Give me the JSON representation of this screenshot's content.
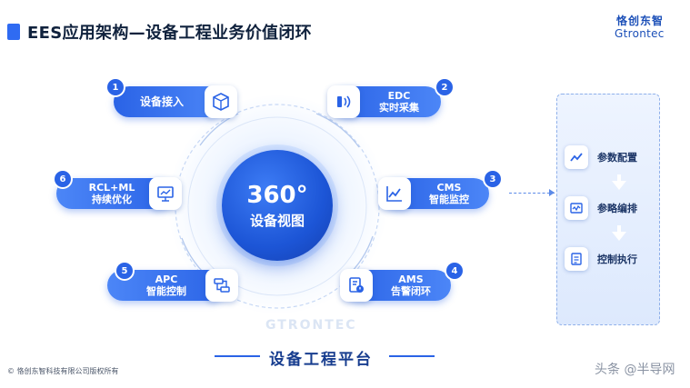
{
  "header": {
    "title": "EES应用架构—设备工程业务价值闭环",
    "logo_cn": "恪创东智",
    "logo_en": "Gtrontec"
  },
  "center": {
    "number": "360°",
    "label": "设备视图",
    "watermark": "GTRONTEC"
  },
  "modules": [
    {
      "num": "1",
      "line1": "设备接入",
      "line2": "",
      "icon": "cube-network-icon"
    },
    {
      "num": "2",
      "line1": "EDC",
      "line2": "实时采集",
      "icon": "signal-wave-icon"
    },
    {
      "num": "3",
      "line1": "CMS",
      "line2": "智能监控",
      "icon": "line-chart-icon"
    },
    {
      "num": "4",
      "line1": "AMS",
      "line2": "告警闭环",
      "icon": "alarm-document-icon"
    },
    {
      "num": "5",
      "line1": "APC",
      "line2": "智能控制",
      "icon": "control-flow-icon"
    },
    {
      "num": "6",
      "line1": "RCL+ML",
      "line2": "持续优化",
      "icon": "presentation-board-icon"
    }
  ],
  "panel": {
    "items": [
      {
        "label": "参数配置",
        "icon": "trend-chart-icon"
      },
      {
        "label": "参略编排",
        "icon": "waveform-window-icon"
      },
      {
        "label": "控制执行",
        "icon": "list-checks-icon"
      }
    ]
  },
  "footer": {
    "platform": "设备工程平台",
    "copyright": "©  恪创东智科技有限公司版权所有",
    "source": "头条 @半导网"
  },
  "colors": {
    "primary": "#2a63e6",
    "dark_blue": "#153fae",
    "panel_bg": "#e6effe",
    "title": "#10223d"
  }
}
